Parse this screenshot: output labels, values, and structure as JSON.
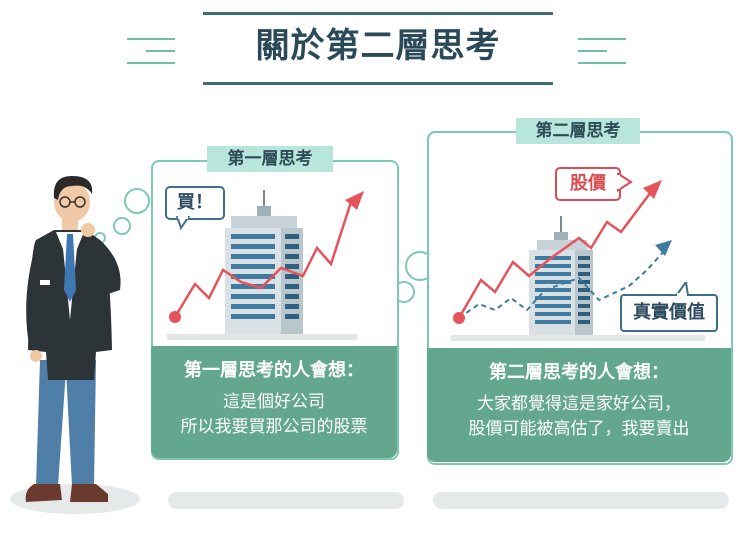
{
  "title": "關於第二層思考",
  "left_panel": {
    "label": "第一層思考",
    "speech": "買！",
    "box_head": "第一層思考的人會想：",
    "box_lines": [
      "這是個好公司",
      "所以我要買那公司的股票"
    ]
  },
  "right_panel": {
    "label": "第二層思考",
    "tag_price": "股價",
    "tag_value": "真實價值",
    "box_head": "第二層思考的人會想：",
    "box_lines": [
      "大家都覺得這是家好公司，",
      "股價可能被高估了，我要賣出"
    ]
  },
  "colors": {
    "accent_red": "#d94d52",
    "accent_blue": "#3f7aa0",
    "panel_border": "#7cc9b5",
    "green_box": "#63a88e",
    "title_color": "#2b4a59"
  }
}
